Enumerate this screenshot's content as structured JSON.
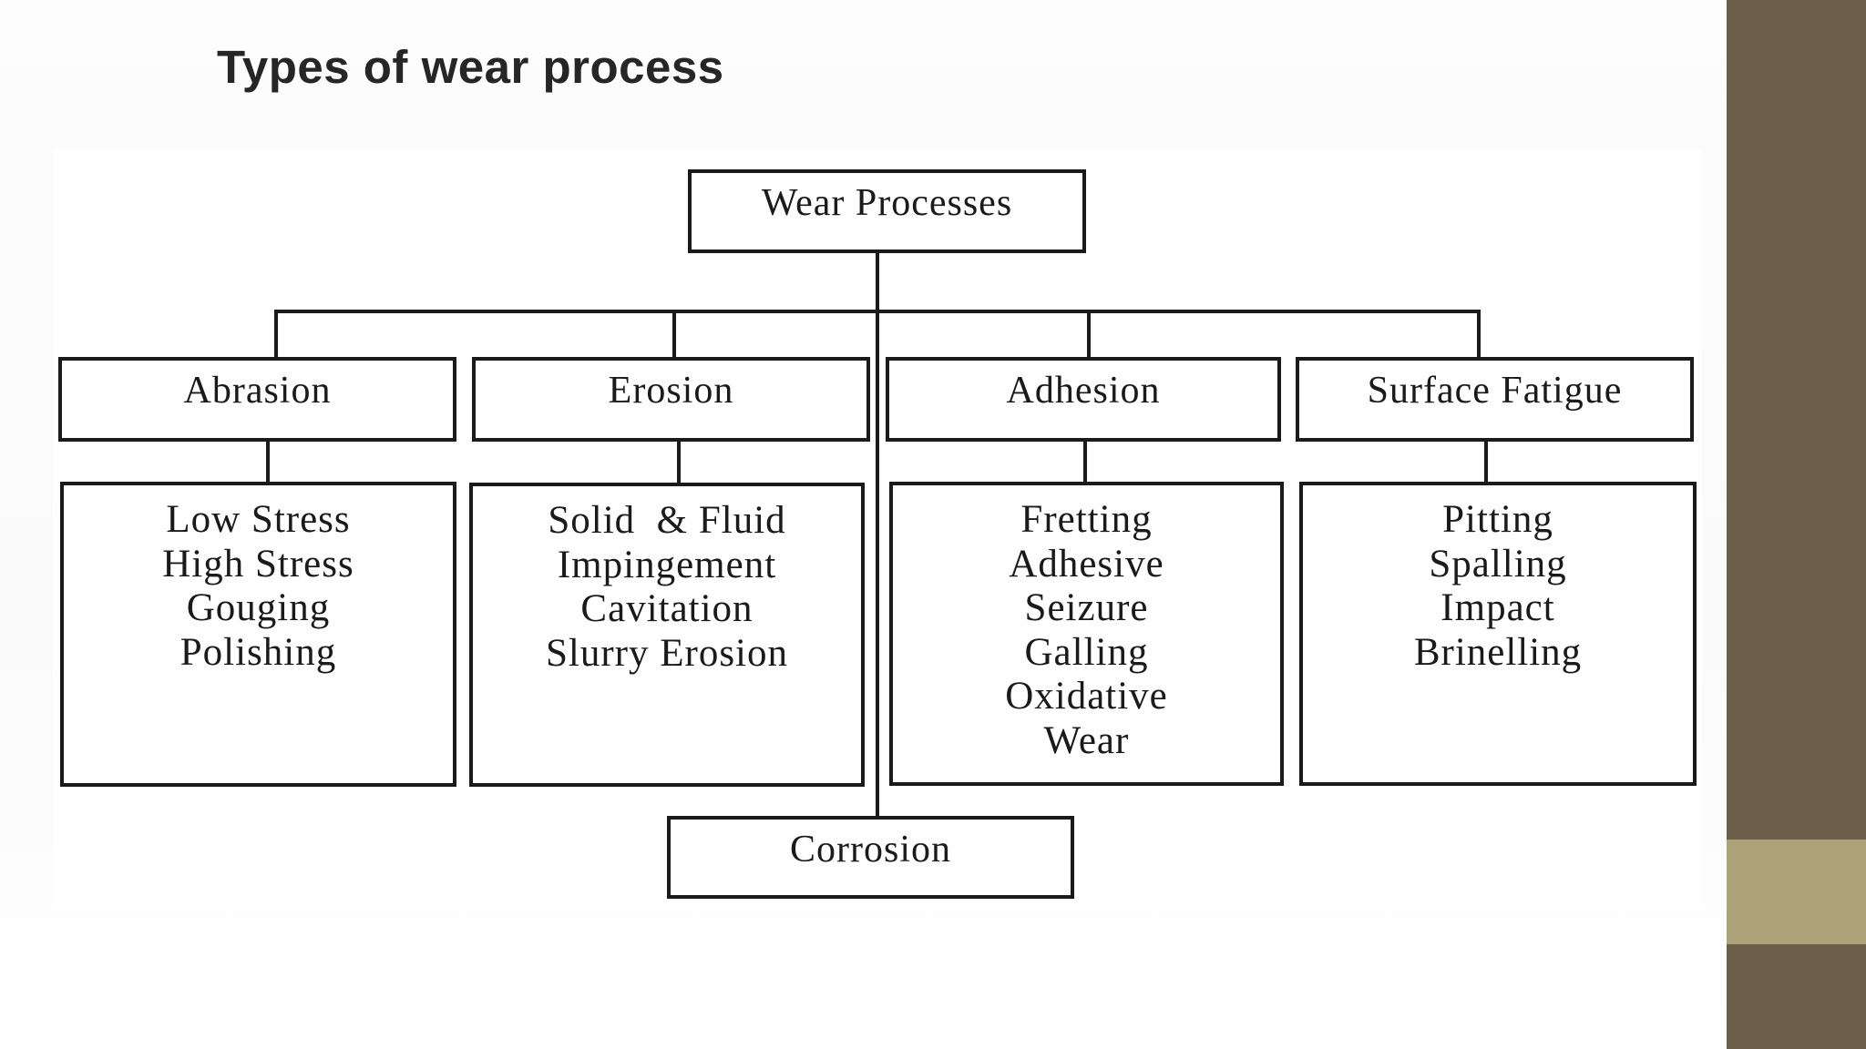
{
  "slide": {
    "title": "Types of wear process",
    "colors": {
      "side_band": "#6b5f4b",
      "side_accent": "#aba27a",
      "title": "#262626",
      "lines": "#1a1a1a"
    }
  },
  "diagram": {
    "root": "Wear Processes",
    "categories": [
      {
        "name": "Abrasion",
        "items": [
          "Low Stress",
          "High Stress",
          "Gouging",
          "Polishing"
        ]
      },
      {
        "name": "Erosion",
        "items": [
          "Solid  & Fluid",
          "Impingement",
          "Cavitation",
          "Slurry Erosion"
        ]
      },
      {
        "name": "Adhesion",
        "items": [
          "Fretting",
          "Adhesive",
          "Seizure",
          "Galling",
          "Oxidative",
          "Wear"
        ]
      },
      {
        "name": "Surface Fatigue",
        "items": [
          "Pitting",
          "Spalling",
          "Impact",
          "Brinelling"
        ]
      }
    ],
    "bottom": "Corrosion"
  }
}
